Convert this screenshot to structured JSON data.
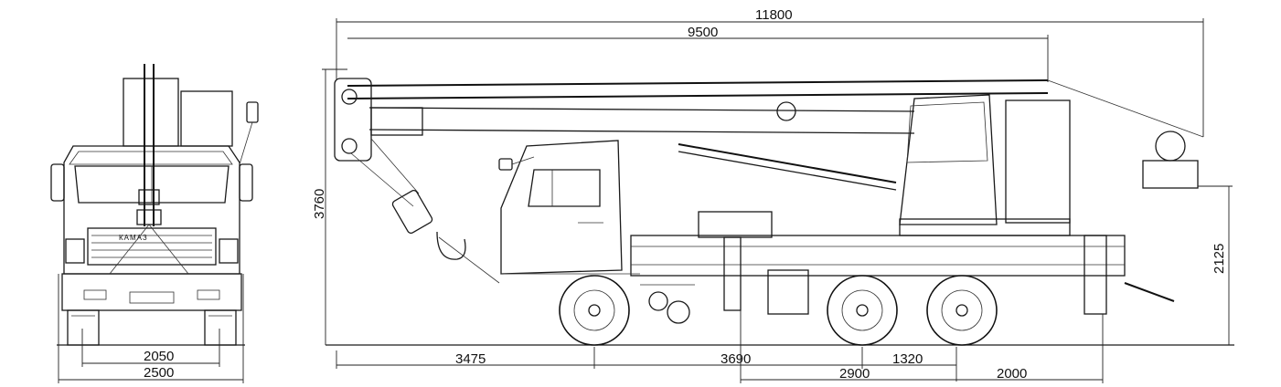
{
  "dimensions": {
    "overall_length": "11800",
    "boom_length": "9500",
    "height": "3760",
    "outrigger_height": "2125",
    "front_overhang": "3475",
    "wheelbase_front": "3690",
    "axle_spacing": "1320",
    "rear_span": "2900",
    "rear_overhang": "2000",
    "track_width": "2050",
    "overall_width": "2500"
  },
  "front_view": {
    "brand_label": "КАМАЗ"
  }
}
